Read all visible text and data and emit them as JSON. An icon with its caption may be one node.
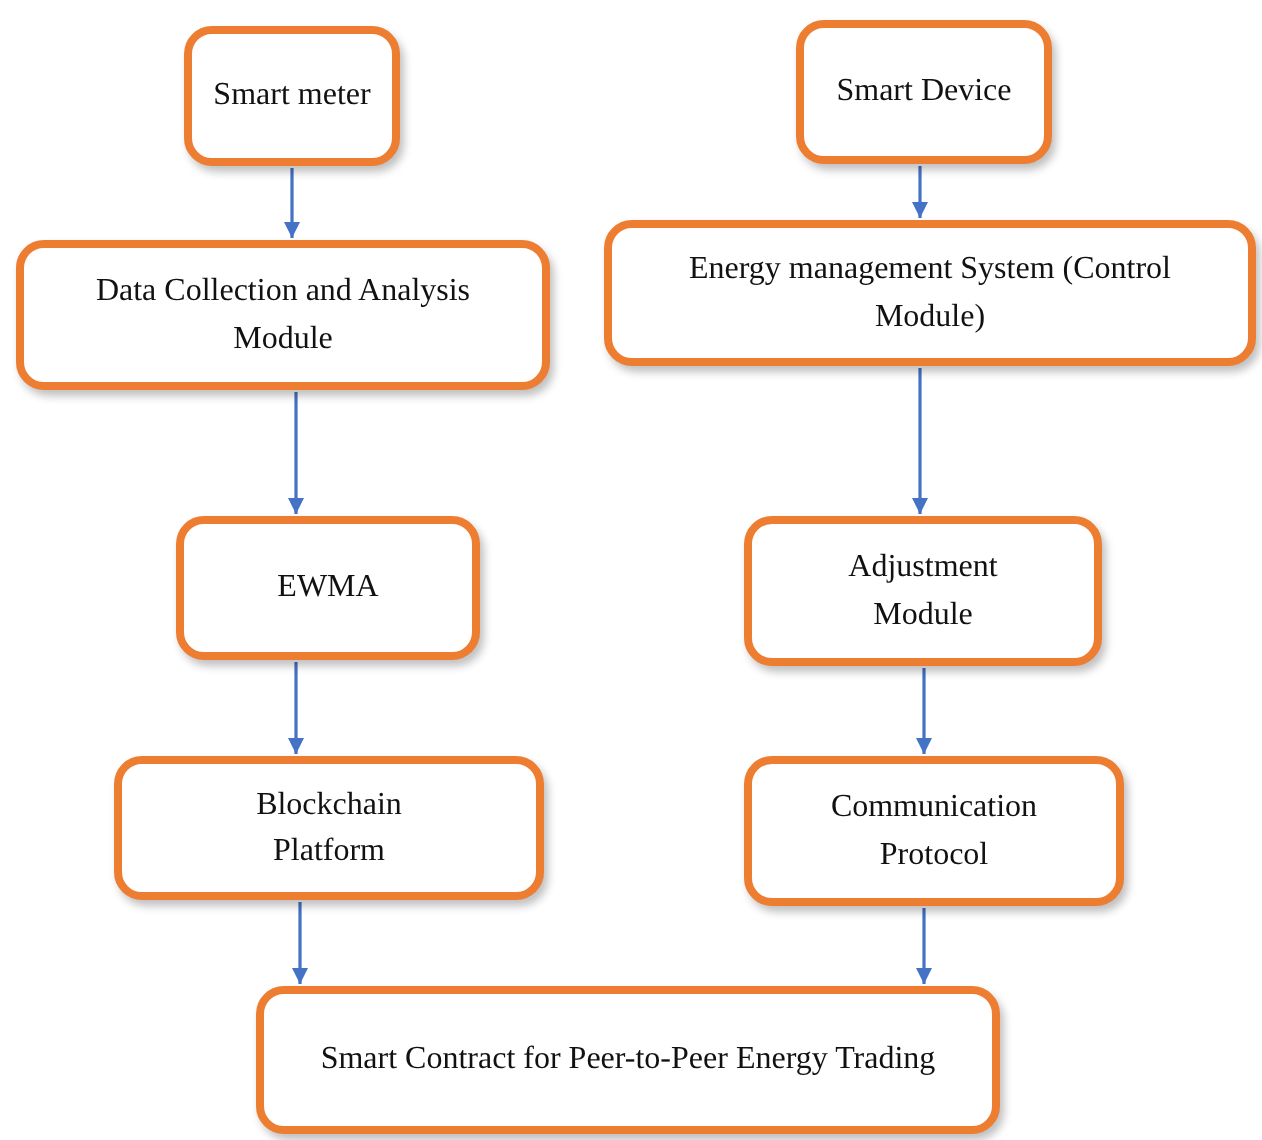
{
  "diagram": {
    "nodes": [
      {
        "text": [
          "Smart meter"
        ]
      },
      {
        "text": [
          "Data Collection and Analysis Module"
        ]
      },
      {
        "text": [
          "EWMA"
        ]
      },
      {
        "text": [
          "Blockchain Platform"
        ]
      },
      {
        "text": [
          "Smart Device"
        ]
      },
      {
        "text": [
          "Energy management System (Control Module)"
        ]
      },
      {
        "text": [
          "Adjustment Module"
        ]
      },
      {
        "text": [
          "Communication Protocol"
        ]
      },
      {
        "text": [
          "Smart Contract for Peer-to-Peer Energy Trading"
        ]
      }
    ],
    "edges": [
      {
        "from": 0,
        "to": 1,
        "arrow": "to"
      },
      {
        "from": 1,
        "to": 2,
        "arrow": "to"
      },
      {
        "from": 2,
        "to": 3,
        "arrow": "to"
      },
      {
        "from": 3,
        "to": 8,
        "arrow": "to"
      },
      {
        "from": 4,
        "to": 5,
        "arrow": "to"
      },
      {
        "from": 5,
        "to": 6,
        "arrow": "to"
      },
      {
        "from": 6,
        "to": 7,
        "arrow": "to"
      },
      {
        "from": 7,
        "to": 8,
        "arrow": "to"
      }
    ]
  }
}
